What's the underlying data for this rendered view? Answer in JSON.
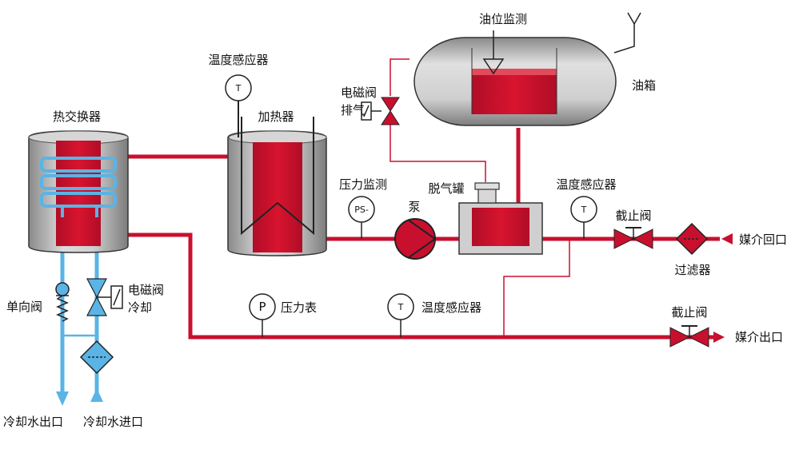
{
  "colors": {
    "fluid": "#c8102e",
    "coolant": "#5ab4e5",
    "steel": "#9c9c9c",
    "outline": "#333333"
  },
  "labels": {
    "heat_exchanger": "热交换器",
    "temp_sensor_heater": "温度感应器",
    "heater": "加热器",
    "oil_level_monitor": "油位监测",
    "oil_tank": "油箱",
    "solenoid_exhaust_l1": "电磁阀",
    "solenoid_exhaust_l2": "排气",
    "pressure_monitor": "压力监测",
    "pump": "泵",
    "degas_tank": "脱气罐",
    "temp_sensor_right": "温度感应器",
    "stop_valve_top": "截止阀",
    "filter": "过滤器",
    "media_return": "媒介回口",
    "check_valve": "单向阀",
    "solenoid_cool_l1": "电磁阀",
    "solenoid_cool_l2": "冷却",
    "pressure_gauge": "压力表",
    "temp_sensor_bottom": "温度感应器",
    "stop_valve_bottom": "截止阀",
    "media_outlet": "媒介出口",
    "cooling_water_outlet": "冷却水出口",
    "cooling_water_inlet": "冷却水进口"
  },
  "gauge_symbols": {
    "temp": "T",
    "pressure_switch": "PS-",
    "pressure": "P"
  }
}
